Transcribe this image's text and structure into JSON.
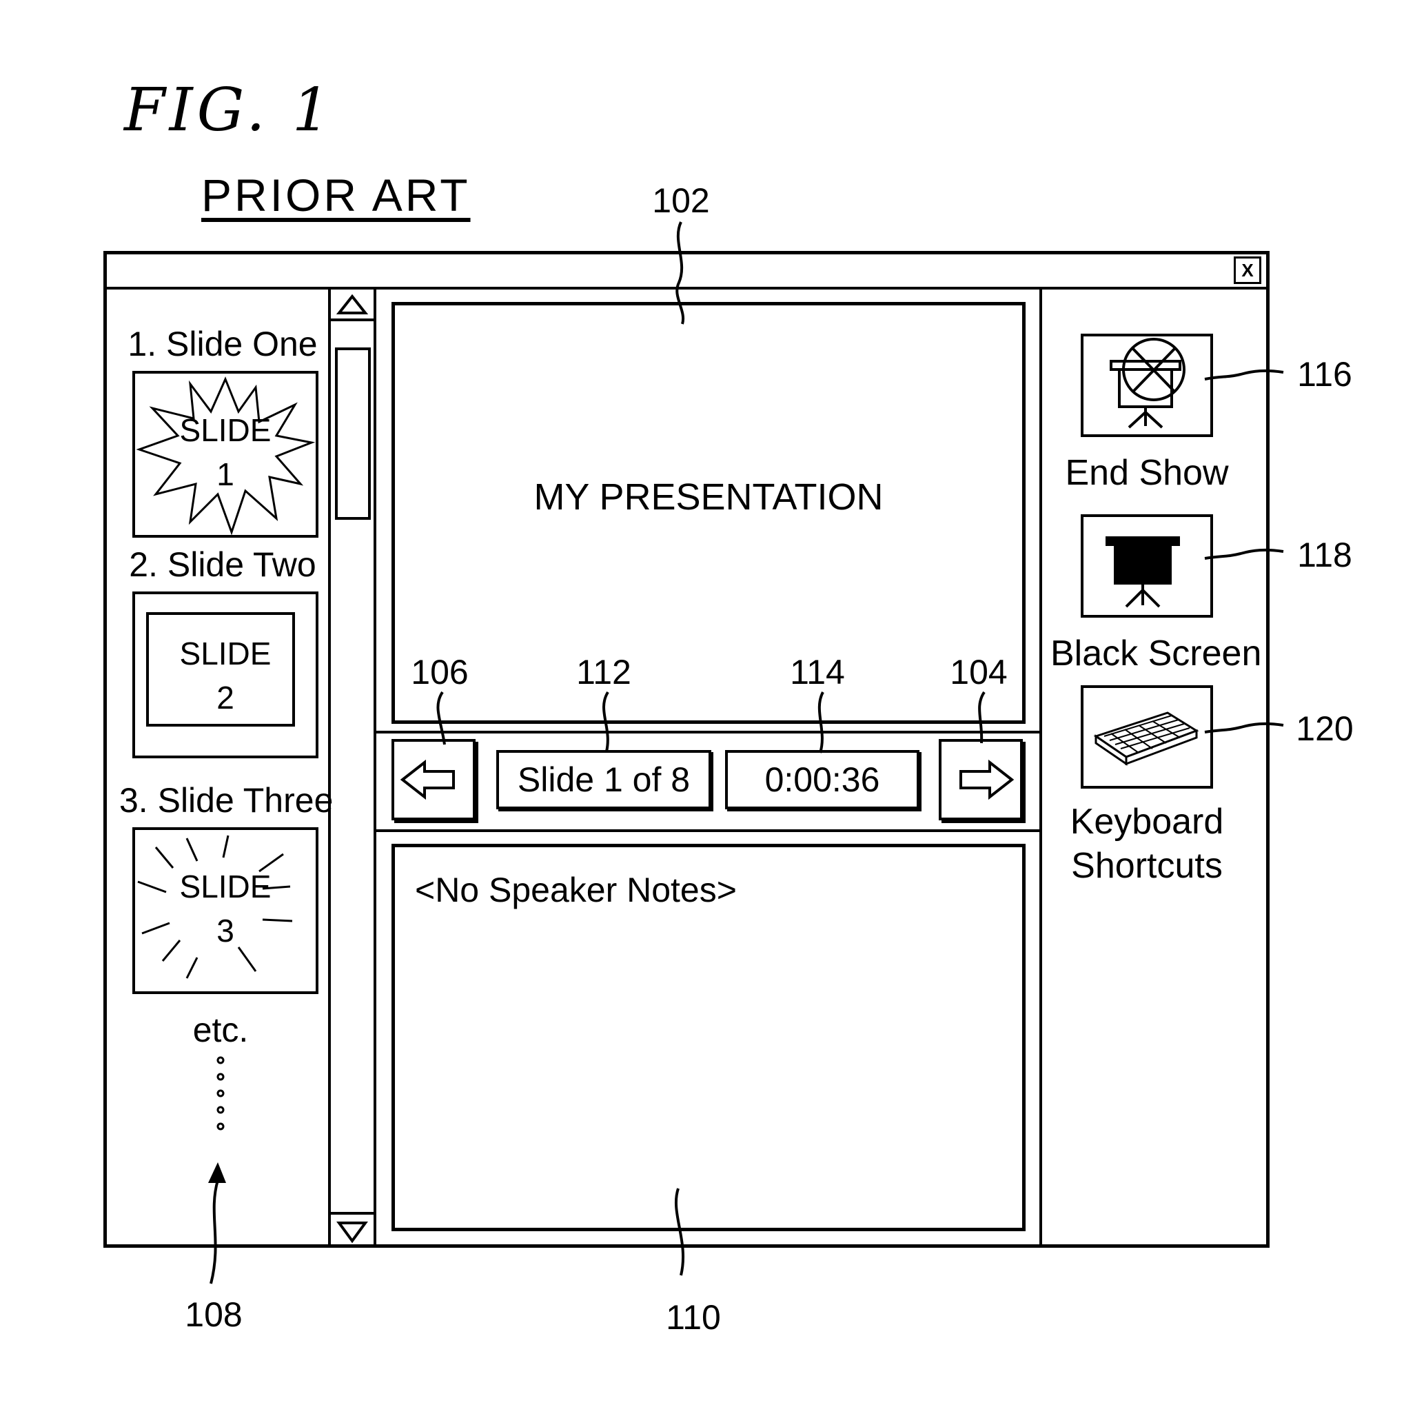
{
  "figure": {
    "title": "FIG. 1",
    "subtitle": "PRIOR ART"
  },
  "window": {
    "close_label": "X"
  },
  "thumbnails": [
    {
      "caption": "1. Slide One",
      "line1": "SLIDE",
      "line2": "1"
    },
    {
      "caption": "2. Slide Two",
      "line1": "SLIDE",
      "line2": "2"
    },
    {
      "caption": "3. Slide Three",
      "line1": "SLIDE",
      "line2": "3"
    }
  ],
  "thumbnails_more": "etc.",
  "slide_view": {
    "title": "MY PRESENTATION"
  },
  "nav": {
    "slide_counter": "Slide  1  of  8",
    "timer": "0:00:36"
  },
  "notes": {
    "text": "<No Speaker Notes>"
  },
  "tools": [
    {
      "label": "End  Show",
      "icon": "projector-crossed-icon"
    },
    {
      "label": "Black  Screen",
      "icon": "projector-black-icon"
    },
    {
      "label_line1": "Keyboard",
      "label_line2": "Shortcuts",
      "icon": "keyboard-icon"
    }
  ],
  "refs": {
    "r102": "102",
    "r104": "104",
    "r106": "106",
    "r108": "108",
    "r110": "110",
    "r112": "112",
    "r114": "114",
    "r116": "116",
    "r118": "118",
    "r120": "120"
  }
}
